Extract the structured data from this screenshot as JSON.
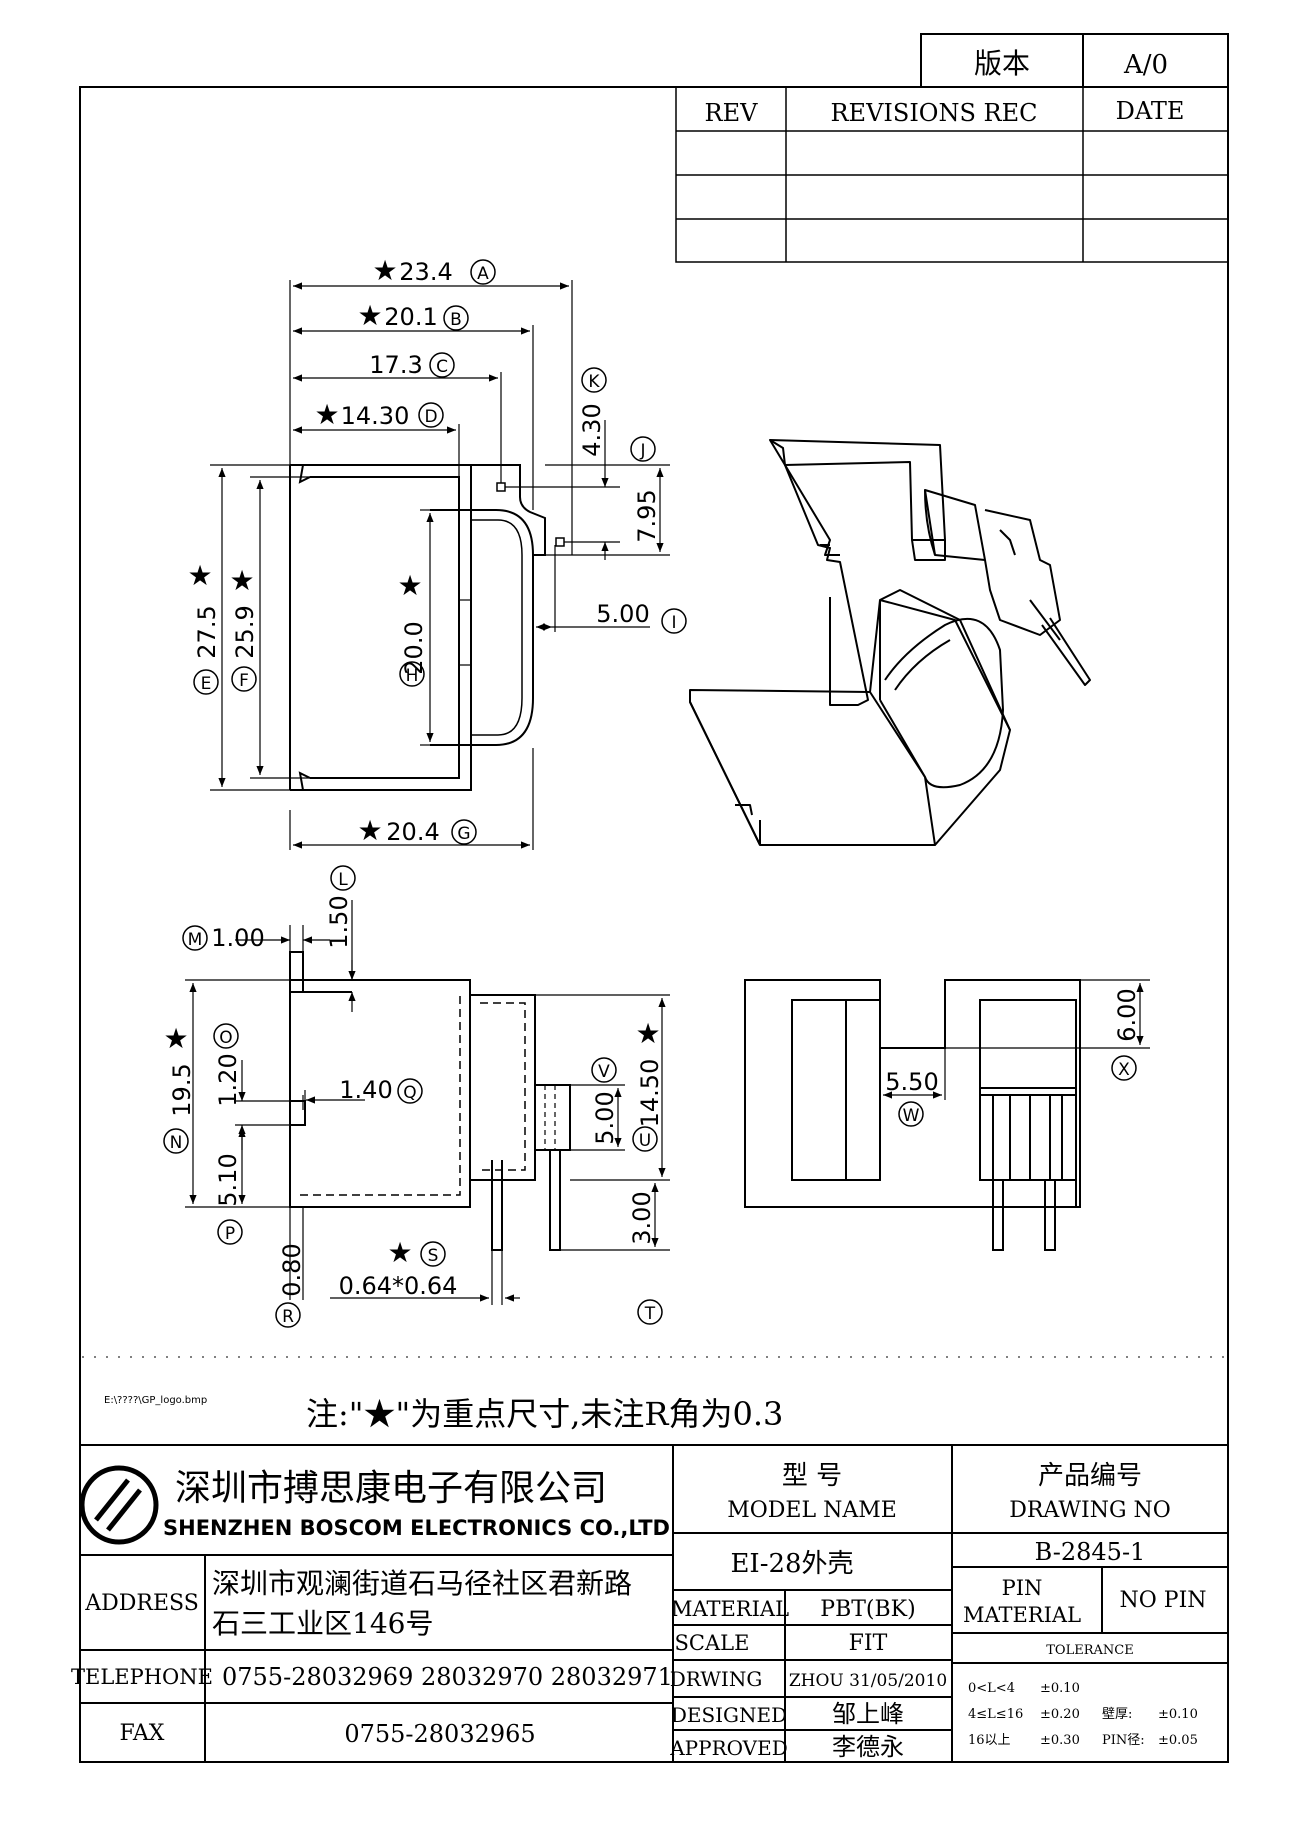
{
  "version_box": {
    "label": "版本",
    "value": "A/0"
  },
  "revisions": {
    "headers": [
      "REV",
      "REVISIONS REC",
      "DATE"
    ],
    "rows": [
      [
        "",
        "",
        ""
      ],
      [
        "",
        "",
        ""
      ],
      [
        "",
        "",
        ""
      ]
    ]
  },
  "dimensions": {
    "A": {
      "value": "23.4",
      "letter": "A",
      "key": true
    },
    "B": {
      "value": "20.1",
      "letter": "B",
      "key": true
    },
    "C": {
      "value": "17.3",
      "letter": "C",
      "key": false
    },
    "D": {
      "value": "14.30",
      "letter": "D",
      "key": true
    },
    "E": {
      "value": "27.5",
      "letter": "E",
      "key": true
    },
    "F": {
      "value": "25.9",
      "letter": "F",
      "key": true
    },
    "G": {
      "value": "20.4",
      "letter": "G",
      "key": true
    },
    "H": {
      "value": "20.0",
      "letter": "H",
      "key": true
    },
    "I": {
      "value": "5.00",
      "letter": "I",
      "key": false
    },
    "J": {
      "value": "7.95",
      "letter": "J",
      "key": false
    },
    "K": {
      "value": "4.30",
      "letter": "K",
      "key": false
    },
    "L": {
      "value": "1.50",
      "letter": "L",
      "key": false
    },
    "M": {
      "value": "1.00",
      "letter": "M",
      "key": false
    },
    "N": {
      "value": "19.5",
      "letter": "N",
      "key": true
    },
    "O": {
      "value": "1.20",
      "letter": "O",
      "key": false
    },
    "P": {
      "value": "5.10",
      "letter": "P",
      "key": false
    },
    "Q": {
      "value": "1.40",
      "letter": "Q",
      "key": false
    },
    "R": {
      "value": "0.80",
      "letter": "R",
      "key": false
    },
    "S": {
      "value": "0.64*0.64",
      "letter": "S",
      "key": true
    },
    "T": {
      "value": "3.00",
      "letter": "T",
      "key": false
    },
    "U": {
      "value": "14.50",
      "letter": "U",
      "key": true
    },
    "V": {
      "value": "5.00",
      "letter": "V",
      "key": false
    },
    "W": {
      "value": "5.50",
      "letter": "W",
      "key": false
    },
    "X": {
      "value": "6.00",
      "letter": "X",
      "key": false
    }
  },
  "logo_path": "E:\\????\\GP_logo.bmp",
  "note": "注:\"★\"为重点尺寸,未注R角为0.3",
  "company": {
    "name_cn": "深圳市搏思康电子有限公司",
    "name_en": "SHENZHEN BOSCOM ELECTRONICS CO.,LTD"
  },
  "title_block": {
    "model_label_cn": "型 号",
    "model_label_en": "MODEL NAME",
    "model_value": "EI-28外壳",
    "drawing_label_cn": "产品编号",
    "drawing_label_en": "DRAWING NO",
    "drawing_value": "B-2845-1",
    "address_label": "ADDRESS",
    "address_line1": "深圳市观澜街道石马径社区君新路",
    "address_line2": "石三工业区146号",
    "telephone_label": "TELEPHONE",
    "telephone_value": "0755-28032969 28032970 28032971",
    "fax_label": "FAX",
    "fax_value": "0755-28032965",
    "material_label": "MATERIAL",
    "material_value": "PBT(BK)",
    "scale_label": "SCALE",
    "scale_value": "FIT",
    "drawing_by_label": "DRWING",
    "drawing_by_value": "ZHOU 31/05/2010",
    "designed_label": "DESIGNED",
    "designed_value": "邹上峰",
    "approved_label": "APPROVED",
    "approved_value": "李德永",
    "pin_material_label_1": "PIN",
    "pin_material_label_2": "MATERIAL",
    "pin_material_value": "NO PIN",
    "tolerance_label": "TOLERANCE",
    "tolerance": [
      {
        "range": "0<L<4",
        "value": "±0.10",
        "extra_label": "",
        "extra_value": ""
      },
      {
        "range": "4≤L≤16",
        "value": "±0.20",
        "extra_label": "壁厚:",
        "extra_value": "±0.10"
      },
      {
        "range": "16以上",
        "value": "±0.30",
        "extra_label": "PIN径:",
        "extra_value": "±0.05"
      }
    ]
  }
}
